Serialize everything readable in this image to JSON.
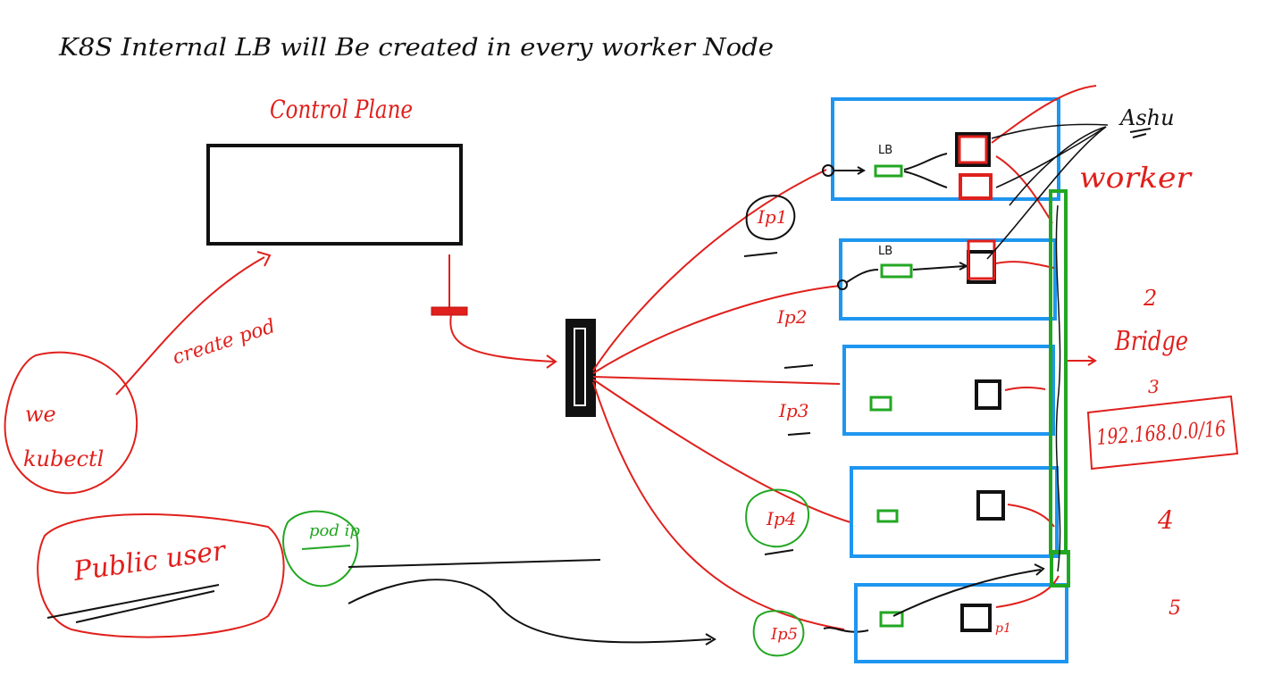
{
  "colors": {
    "ink_black": "#111111",
    "ink_red": "#e0201c",
    "ink_green": "#22a722",
    "box_blue": "#1e96f0",
    "toolbar_green": "#1a9c3a",
    "toolbar_red": "#c9302c"
  },
  "notes": {
    "title": "K8S Internal LB will Be created in every worker Node",
    "control_plane": "Control Plane",
    "create_pod": "create pod",
    "kubectl": "we kubectl",
    "public_user": "Public user",
    "pod_ip": "pod ip",
    "ashu": "Ashu",
    "worker": "worker",
    "bridge": "Bridge",
    "cidr": "192.168.0.0/16",
    "lb": "LB",
    "p1": "p1",
    "worker_numbers": [
      "2",
      "3",
      "4",
      "5"
    ],
    "ip_labels": [
      "Ip1",
      "Ip2",
      "Ip3",
      "Ip4",
      "Ip5"
    ]
  }
}
